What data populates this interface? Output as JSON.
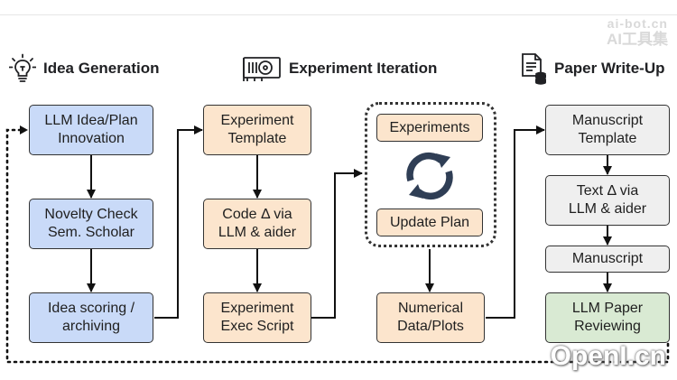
{
  "headers": {
    "idea": "Idea Generation",
    "experiment": "Experiment Iteration",
    "paper": "Paper Write-Up"
  },
  "idea_column": {
    "llm_idea": "LLM Idea/Plan\nInnovation",
    "novelty": "Novelty Check\nSem. Scholar",
    "scoring": "Idea scoring /\narchiving"
  },
  "experiment_column": {
    "template": "Experiment\nTemplate",
    "code": "Code Δ via\nLLM & aider",
    "exec": "Experiment\nExec Script"
  },
  "iteration_column": {
    "experiments": "Experiments",
    "update_plan": "Update Plan",
    "numerical": "Numerical\nData/Plots"
  },
  "paper_column": {
    "manuscript_template": "Manuscript\nTemplate",
    "text_delta": "Text Δ via\nLLM & aider",
    "manuscript": "Manuscript",
    "reviewing": "LLM Paper\nReviewing"
  },
  "watermarks": {
    "top_right_line1": "ai-bot.cn",
    "top_right_line2": "AI工具集",
    "bottom_right": "OpenI.cn"
  },
  "icons": {
    "idea": "lightbulb-icon",
    "experiment": "gpu-card-icon",
    "paper": "document-database-icon",
    "iteration": "refresh-cycle-icon"
  },
  "colors": {
    "idea_boxes": "#c9daf8",
    "experiment_boxes": "#fce5cd",
    "paper_boxes": "#efefef",
    "review_box": "#d9ead3",
    "cycle_icon": "#2f3e55"
  }
}
